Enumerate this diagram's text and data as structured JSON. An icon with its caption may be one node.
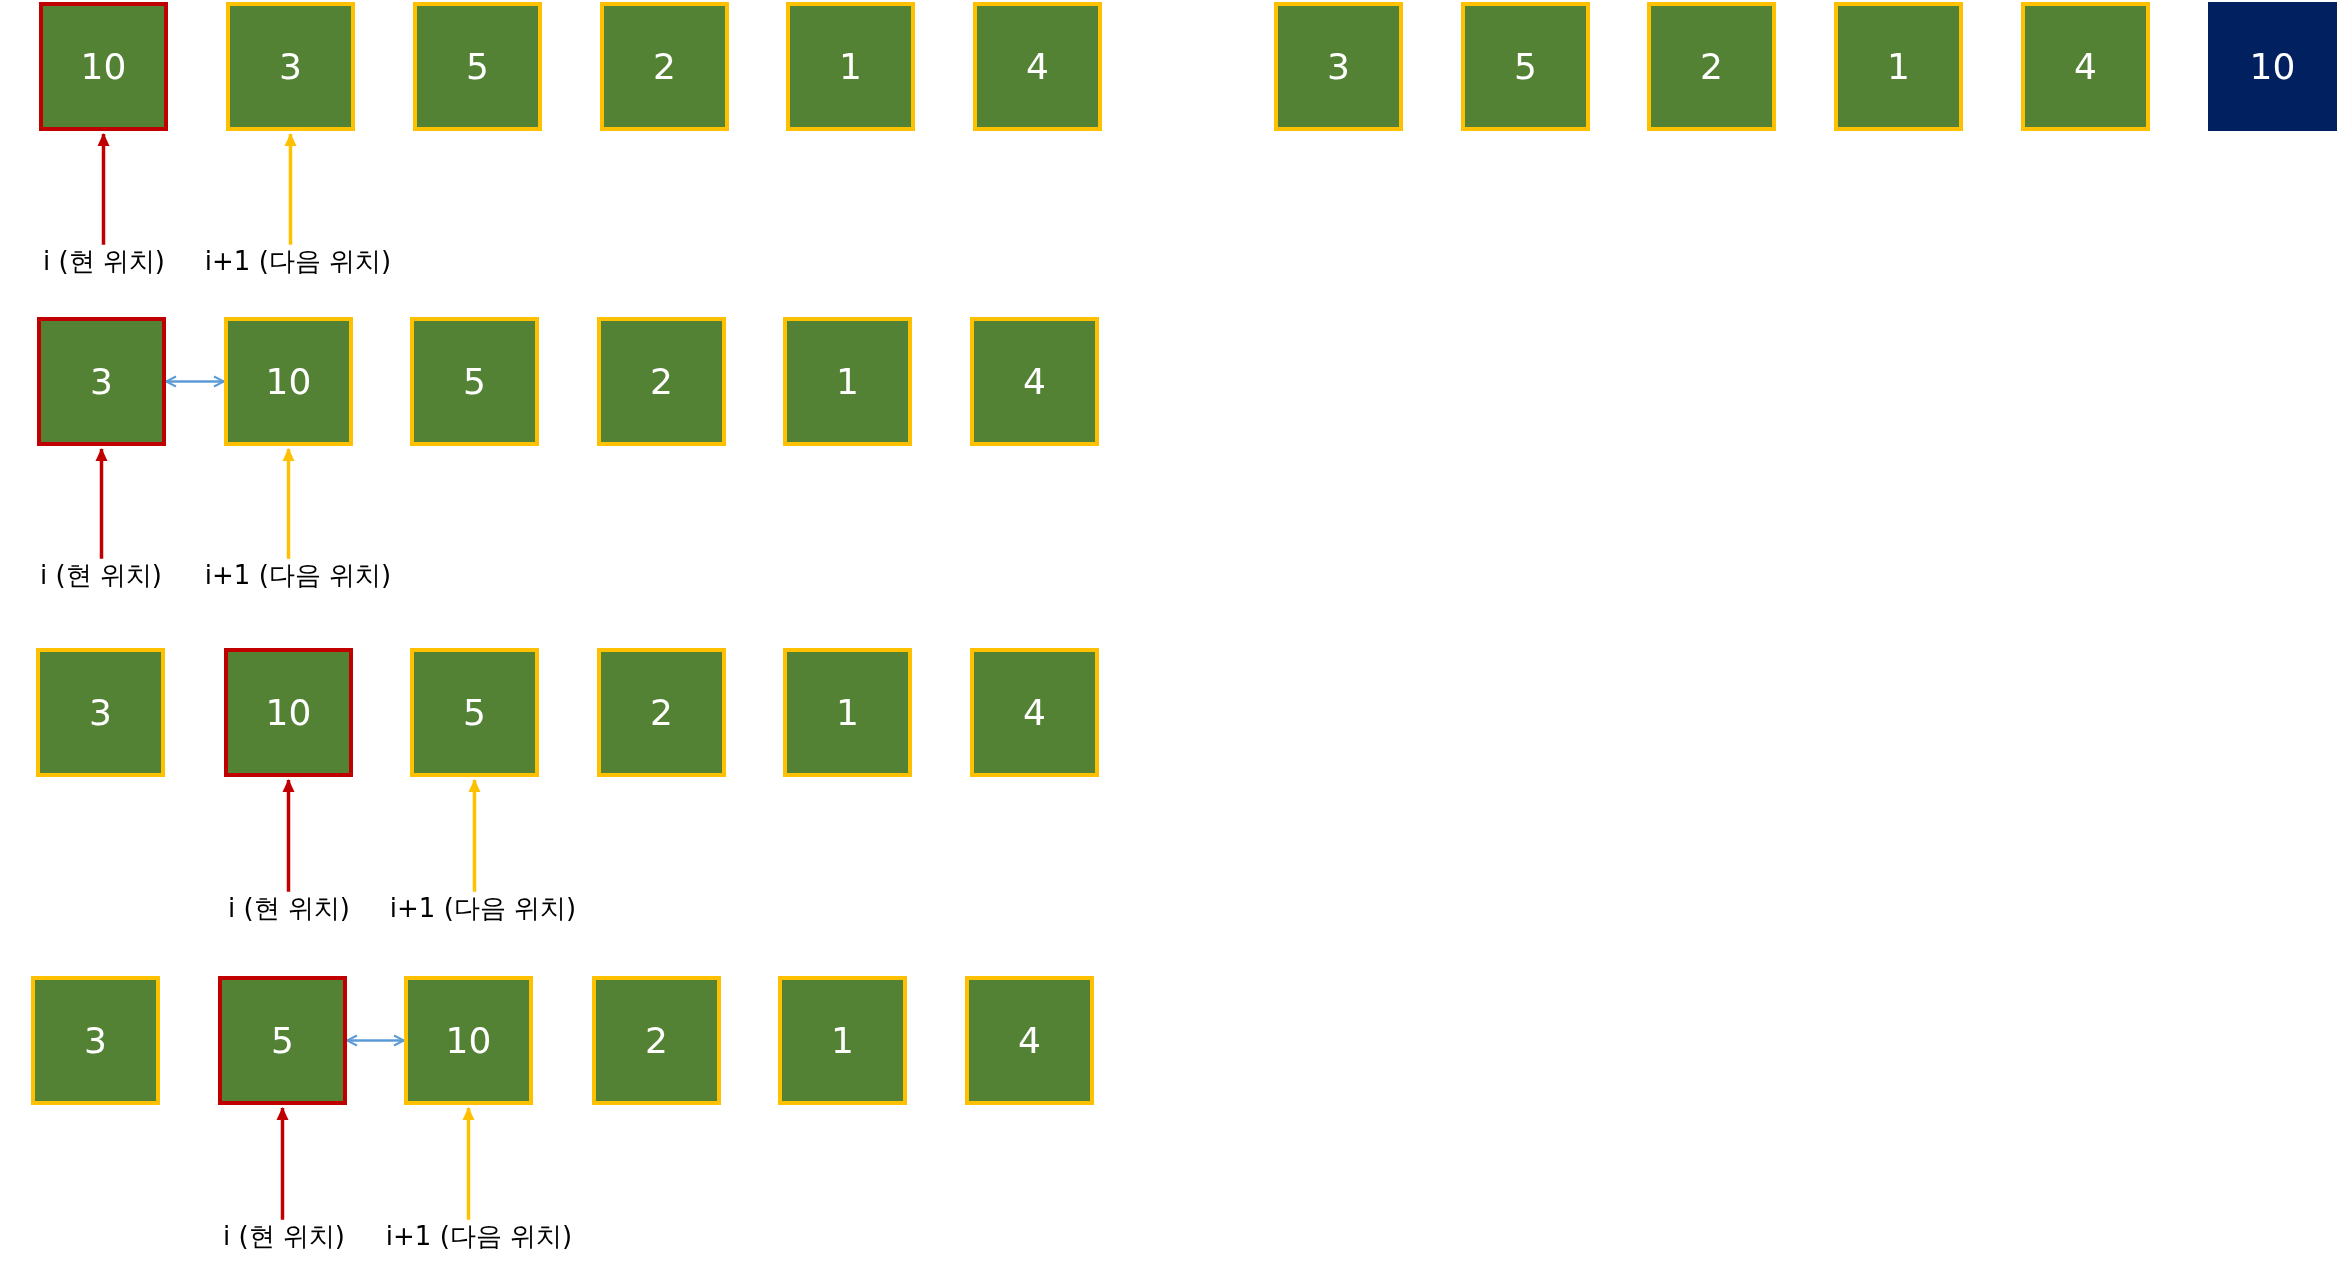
{
  "diagram": {
    "nodes": [
      {
        "text": [
          "10"
        ]
      },
      {
        "text": [
          "3"
        ]
      },
      {
        "text": [
          "5"
        ]
      },
      {
        "text": [
          "2"
        ]
      },
      {
        "text": [
          "1"
        ]
      },
      {
        "text": [
          "4"
        ]
      },
      {
        "text": [
          "3"
        ]
      },
      {
        "text": [
          "5"
        ]
      },
      {
        "text": [
          "2"
        ]
      },
      {
        "text": [
          "1"
        ]
      },
      {
        "text": [
          "4"
        ]
      },
      {
        "text": [
          "10"
        ]
      },
      {
        "text": [
          "i (현 위치)"
        ]
      },
      {
        "text": [
          "i+1 (다음 위치)"
        ]
      },
      {
        "text": [
          "3"
        ]
      },
      {
        "text": [
          "10"
        ]
      },
      {
        "text": [
          "5"
        ]
      },
      {
        "text": [
          "2"
        ]
      },
      {
        "text": [
          "1"
        ]
      },
      {
        "text": [
          "4"
        ]
      },
      {
        "text": [
          "i (현 위치)"
        ]
      },
      {
        "text": [
          "i+1 (다음 위치)"
        ]
      },
      {
        "text": [
          "3"
        ]
      },
      {
        "text": [
          "10"
        ]
      },
      {
        "text": [
          "5"
        ]
      },
      {
        "text": [
          "2"
        ]
      },
      {
        "text": [
          "1"
        ]
      },
      {
        "text": [
          "4"
        ]
      },
      {
        "text": [
          "i (현 위치)"
        ]
      },
      {
        "text": [
          "i+1 (다음 위치)"
        ]
      },
      {
        "text": [
          "3"
        ]
      },
      {
        "text": [
          "5"
        ]
      },
      {
        "text": [
          "10"
        ]
      },
      {
        "text": [
          "2"
        ]
      },
      {
        "text": [
          "1"
        ]
      },
      {
        "text": [
          "4"
        ]
      },
      {
        "text": [
          "i (현 위치)"
        ]
      },
      {
        "text": [
          "i+1 (다음 위치)"
        ]
      }
    ],
    "edges": [
      {
        "from": 12,
        "to": 0,
        "arrow": "to",
        "color": "#c00000"
      },
      {
        "from": 13,
        "to": 1,
        "arrow": "to",
        "color": "#ffc000"
      },
      {
        "from": 14,
        "to": 15,
        "arrow": "both",
        "color": "#5b9bd5"
      },
      {
        "from": 20,
        "to": 14,
        "arrow": "to",
        "color": "#c00000"
      },
      {
        "from": 21,
        "to": 15,
        "arrow": "to",
        "color": "#ffc000"
      },
      {
        "from": 28,
        "to": 23,
        "arrow": "to",
        "color": "#c00000"
      },
      {
        "from": 29,
        "to": 24,
        "arrow": "to",
        "color": "#ffc000"
      },
      {
        "from": 31,
        "to": 32,
        "arrow": "both",
        "color": "#5b9bd5"
      },
      {
        "from": 36,
        "to": 31,
        "arrow": "to",
        "color": "#c00000"
      },
      {
        "from": 37,
        "to": 32,
        "arrow": "to",
        "color": "#ffc000"
      }
    ]
  }
}
